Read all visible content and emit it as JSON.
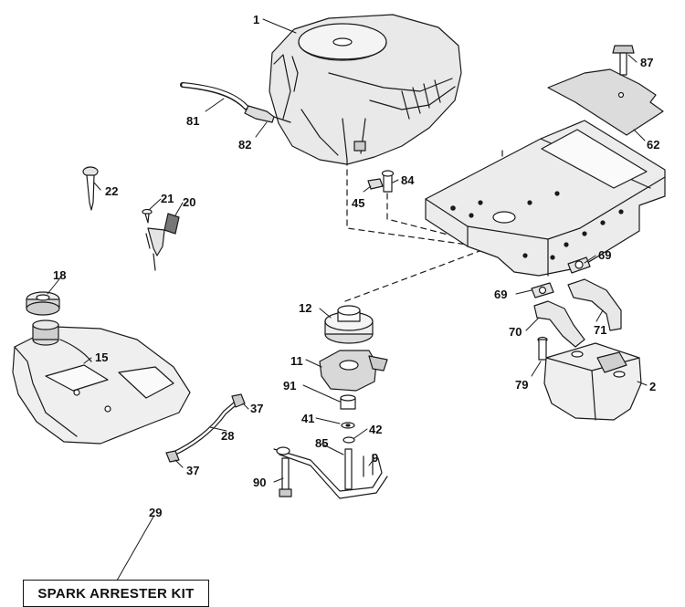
{
  "callouts": {
    "p1": "1",
    "p2": "2",
    "p9": "9",
    "p11": "11",
    "p12": "12",
    "p15": "15",
    "p18": "18",
    "p20": "20",
    "p21": "21",
    "p22": "22",
    "p28": "28",
    "p29": "29",
    "p37a": "37",
    "p37b": "37",
    "p41": "41",
    "p42": "42",
    "p45": "45",
    "p62": "62",
    "p69a": "69",
    "p69b": "69",
    "p70": "70",
    "p71": "71",
    "p79": "79",
    "p81": "81",
    "p82": "82",
    "p84": "84",
    "p85": "85",
    "p87": "87",
    "p90": "90",
    "p91": "91"
  },
  "kit": {
    "label": "SPARK ARRESTER KIT"
  }
}
